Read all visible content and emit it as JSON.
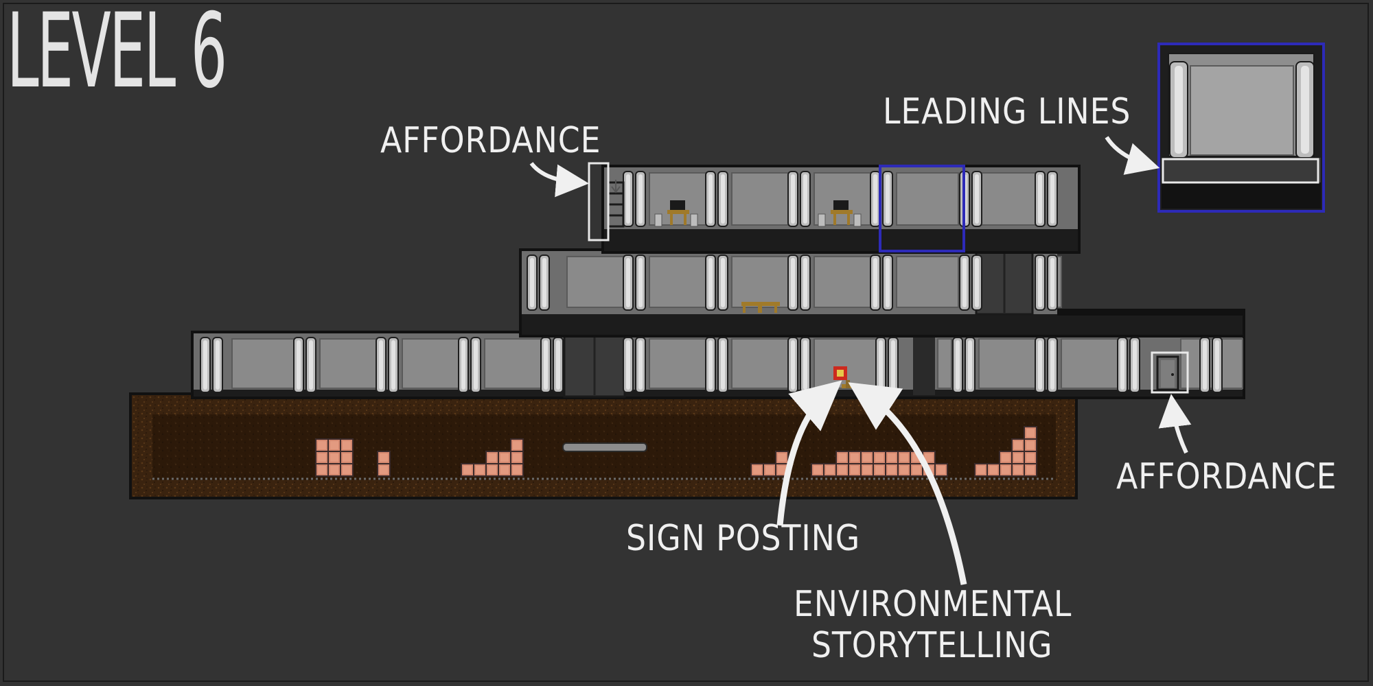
{
  "level": {
    "title": "LEVEL 6"
  },
  "callouts": {
    "affordance_top": "AFFORDANCE",
    "leading_lines": "LEADING LINES",
    "affordance_right": "AFFORDANCE",
    "sign_posting": "SIGN POSTING",
    "env_line1": "ENVIRONMENTAL",
    "env_line2": "STORYTELLING"
  },
  "colors": {
    "background": "#333333",
    "wall": "#7a7a7a",
    "floor": "#1c1c1c",
    "dirt": "#3b2410",
    "brick": "#d4886f",
    "highlight_white": "#e8e8e8",
    "highlight_blue": "#2d2ab8",
    "sign_red": "#cc2a1e",
    "sign_yellow": "#e6c84a"
  },
  "icons": {
    "door": "door-icon",
    "ladder": "ladder-icon",
    "computer": "computer-desk-icon",
    "sign": "sign-post-icon"
  }
}
